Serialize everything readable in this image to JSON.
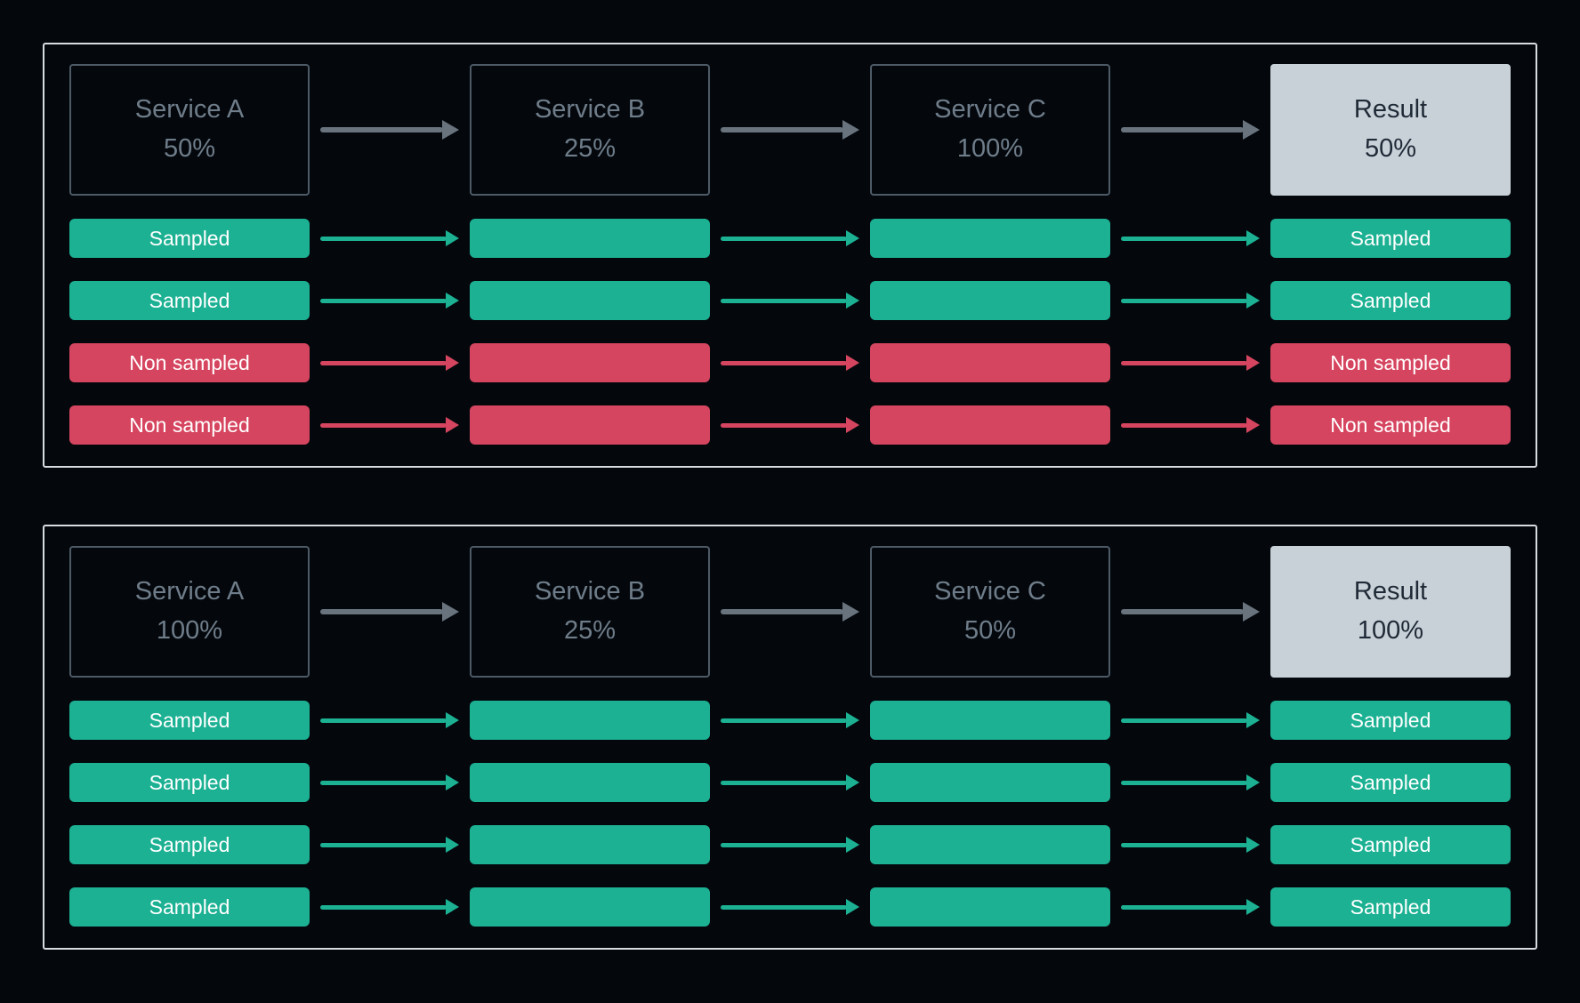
{
  "colors": {
    "bg": "#04080d",
    "panel_border": "#d7dce1",
    "box_border": "#4d5a66",
    "service_text": "#6f7d8a",
    "result_bg": "#c9d1d8",
    "result_text": "#1f2a37",
    "teal": "#1cb193",
    "red": "#d6455f",
    "pill_text": "#ffffff",
    "arrow_gray": "#69737e"
  },
  "panels": [
    {
      "services": [
        {
          "kind": "service",
          "title": "Service A",
          "value": "50%"
        },
        {
          "kind": "service",
          "title": "Service B",
          "value": "25%"
        },
        {
          "kind": "service",
          "title": "Service C",
          "value": "100%"
        },
        {
          "kind": "result",
          "title": "Result",
          "value": "50%"
        }
      ],
      "rows": [
        {
          "type": "sampled",
          "start_label": "Sampled",
          "end_label": "Sampled"
        },
        {
          "type": "sampled",
          "start_label": "Sampled",
          "end_label": "Sampled"
        },
        {
          "type": "non_sampled",
          "start_label": "Non sampled",
          "end_label": "Non sampled"
        },
        {
          "type": "non_sampled",
          "start_label": "Non sampled",
          "end_label": "Non sampled"
        }
      ]
    },
    {
      "services": [
        {
          "kind": "service",
          "title": "Service A",
          "value": "100%"
        },
        {
          "kind": "service",
          "title": "Service B",
          "value": "25%"
        },
        {
          "kind": "service",
          "title": "Service C",
          "value": "50%"
        },
        {
          "kind": "result",
          "title": "Result",
          "value": "100%"
        }
      ],
      "rows": [
        {
          "type": "sampled",
          "start_label": "Sampled",
          "end_label": "Sampled"
        },
        {
          "type": "sampled",
          "start_label": "Sampled",
          "end_label": "Sampled"
        },
        {
          "type": "sampled",
          "start_label": "Sampled",
          "end_label": "Sampled"
        },
        {
          "type": "sampled",
          "start_label": "Sampled",
          "end_label": "Sampled"
        }
      ]
    }
  ]
}
